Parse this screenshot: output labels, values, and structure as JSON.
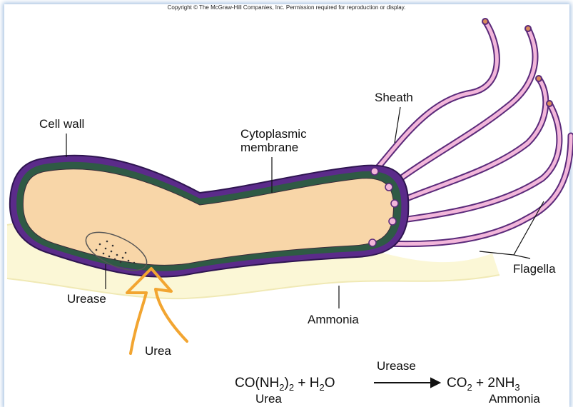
{
  "copyright": "Copyright © The McGraw-Hill Companies, Inc. Permission required for reproduction or display.",
  "labels": {
    "cell_wall": "Cell wall",
    "cytoplasmic_line1": "Cytoplasmic",
    "cytoplasmic_line2": "membrane",
    "sheath": "Sheath",
    "urease": "Urease",
    "ammonia": "Ammonia",
    "flagella": "Flagella",
    "urea": "Urea"
  },
  "equation": {
    "reactants": "CO(NH2)2 + H2O",
    "catalyst": "Urease",
    "products": "CO2 + 2NH3",
    "reactant_name": "Urea",
    "product_name": "Ammonia"
  },
  "colors": {
    "cell_wall": "#5b2b8a",
    "membrane": "#2f5a45",
    "cytoplasm": "#f8d6a8",
    "flagella_core": "#f2b6da",
    "urea_arrow": "#f2a531",
    "mucus": "#fbf7d6"
  }
}
